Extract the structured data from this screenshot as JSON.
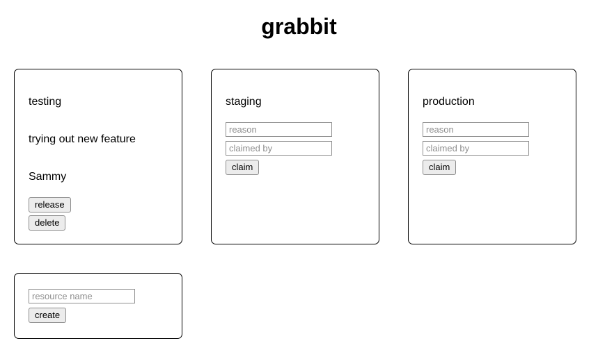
{
  "title": "grabbit",
  "resources": [
    {
      "name": "testing",
      "state": "claimed",
      "reason": "trying out new feature",
      "claimed_by": "Sammy",
      "release_label": "release",
      "delete_label": "delete"
    },
    {
      "name": "staging",
      "state": "unclaimed",
      "reason_placeholder": "reason",
      "claimed_by_placeholder": "claimed by",
      "claim_label": "claim"
    },
    {
      "name": "production",
      "state": "unclaimed",
      "reason_placeholder": "reason",
      "claimed_by_placeholder": "claimed by",
      "claim_label": "claim"
    }
  ],
  "create_form": {
    "name_placeholder": "resource name",
    "submit_label": "create"
  },
  "colors": {
    "background": "#ffffff",
    "text": "#000000",
    "card_border": "#000000",
    "input_border": "#8e8e8e",
    "placeholder": "#8e8e8e",
    "button_bg": "#ececec",
    "button_border": "#8c8c8c"
  }
}
